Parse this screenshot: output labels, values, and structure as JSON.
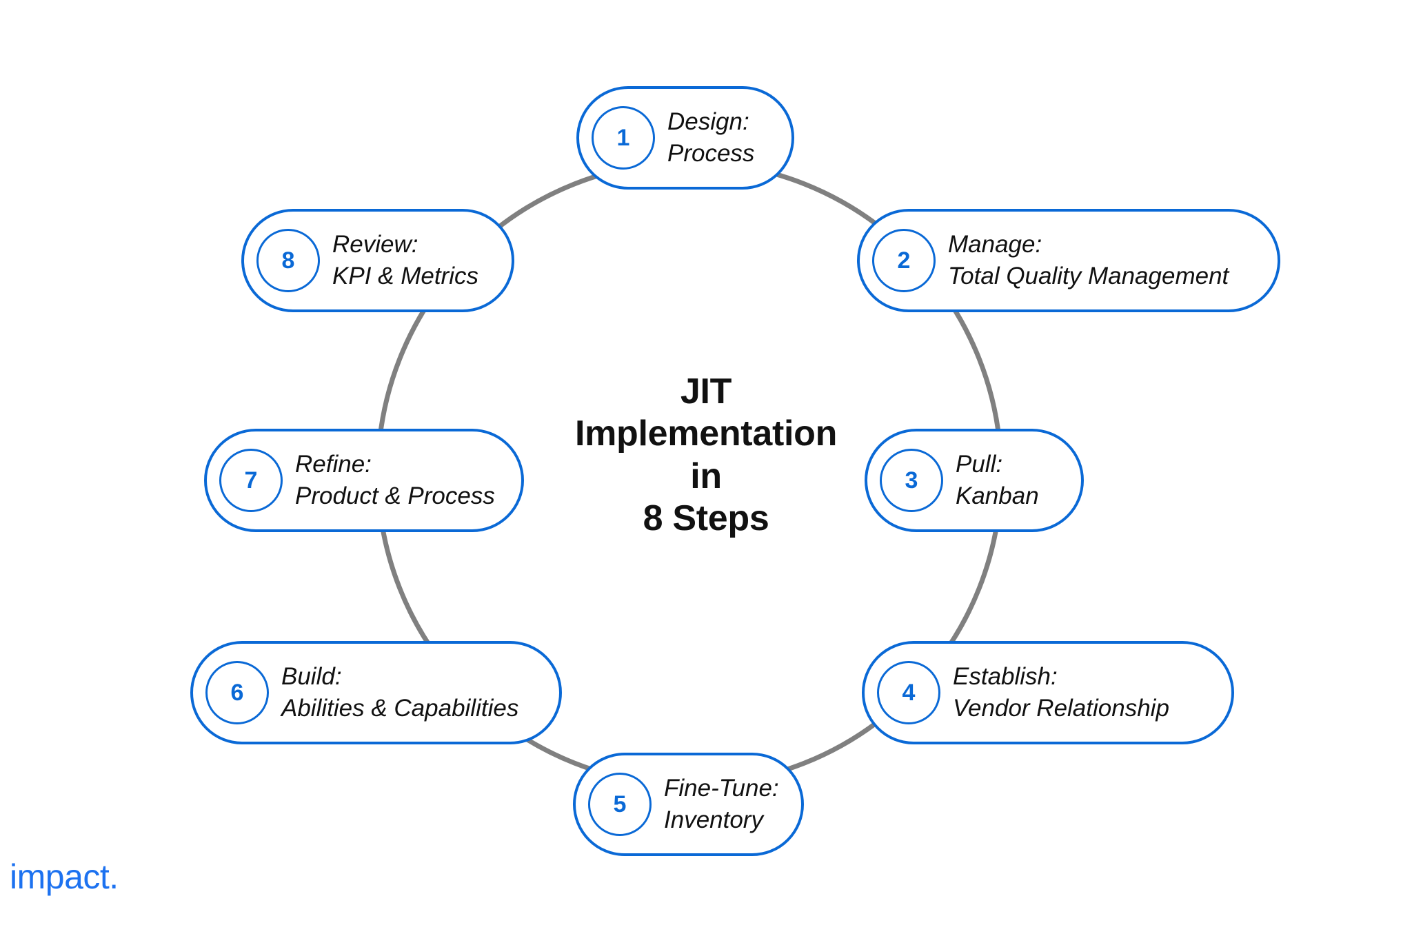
{
  "diagram": {
    "center_title_lines": [
      "JIT",
      "Implementation",
      "in",
      "8 Steps"
    ],
    "accent_blue": "#0a69d6",
    "ring_gray": "#808080",
    "text_black": "#111111",
    "brand_blue": "#1d72f0",
    "steps": [
      {
        "number": "1",
        "line1": "Design:",
        "line2": "Process"
      },
      {
        "number": "2",
        "line1": "Manage:",
        "line2": "Total Quality Management"
      },
      {
        "number": "3",
        "line1": "Pull:",
        "line2": "Kanban"
      },
      {
        "number": "4",
        "line1": "Establish:",
        "line2": "Vendor Relationship"
      },
      {
        "number": "5",
        "line1": "Fine-Tune:",
        "line2": "Inventory"
      },
      {
        "number": "6",
        "line1": "Build:",
        "line2": "Abilities & Capabilities"
      },
      {
        "number": "7",
        "line1": "Refine:",
        "line2": "Product & Process"
      },
      {
        "number": "8",
        "line1": "Review:",
        "line2": "KPI & Metrics"
      }
    ]
  },
  "brand": {
    "name": "impact."
  }
}
